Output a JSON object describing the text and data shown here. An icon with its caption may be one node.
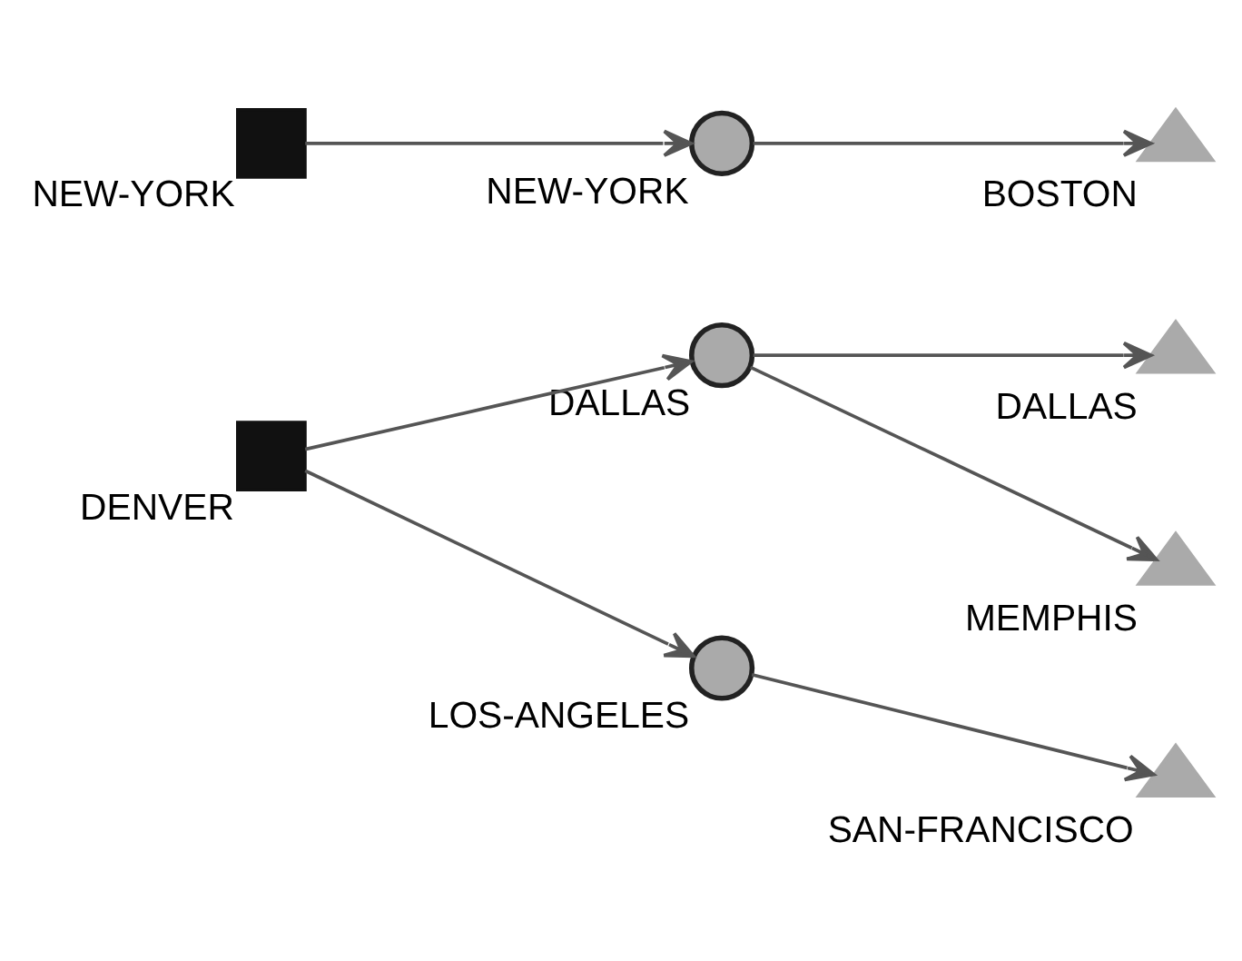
{
  "diagram": {
    "nodes": [
      {
        "text": [
          "DENVER"
        ]
      },
      {
        "text": [
          "DALLAS"
        ]
      },
      {
        "text": [
          "DALLAS"
        ]
      },
      {
        "text": [
          "MEMPHIS"
        ]
      },
      {
        "text": [
          "LOS-ANGELES"
        ]
      },
      {
        "text": [
          "SAN-FRANCISCO"
        ]
      },
      {
        "text": [
          "NEW-YORK"
        ]
      },
      {
        "text": [
          "NEW-YORK"
        ]
      },
      {
        "text": [
          "BOSTON"
        ]
      }
    ],
    "edges": [
      {
        "from": 0,
        "to": 1,
        "arrow": "to"
      },
      {
        "from": 1,
        "to": 2,
        "arrow": "to"
      },
      {
        "from": 1,
        "to": 3,
        "arrow": "to"
      },
      {
        "from": 0,
        "to": 4,
        "arrow": "to"
      },
      {
        "from": 4,
        "to": 5,
        "arrow": "to"
      },
      {
        "from": 6,
        "to": 7,
        "arrow": "to"
      },
      {
        "from": 7,
        "to": 8,
        "arrow": "to"
      }
    ]
  }
}
